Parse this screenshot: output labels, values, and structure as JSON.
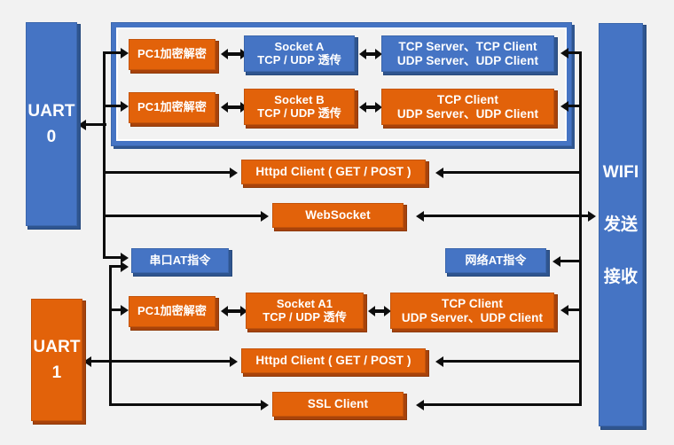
{
  "diagram": {
    "title": "UART / WIFI data path block diagram",
    "colors": {
      "orange": "#e2620a",
      "blue": "#4574c4",
      "background": "#f2f2f2",
      "connector": "#0d0d0d"
    },
    "left_rails": [
      {
        "id": "uart0",
        "label": "UART\n0",
        "line1": "UART",
        "line2": "0",
        "color": "blue"
      },
      {
        "id": "uart1",
        "label": "UART\n1",
        "line1": "UART",
        "line2": "1",
        "color": "orange"
      }
    ],
    "right_rail": {
      "id": "wifi",
      "line1": "WIFI",
      "line2": "发送",
      "line3": "接收",
      "color": "blue"
    },
    "socket_group": {
      "rows": [
        {
          "crypto": "PC1加密解密",
          "socket_line1": "Socket A",
          "socket_line2": "TCP / UDP 透传",
          "socket_color": "blue",
          "proto_line1": "TCP Server、TCP Client",
          "proto_line2": "UDP Server、UDP Client",
          "proto_color": "blue"
        },
        {
          "crypto": "PC1加密解密",
          "socket_line1": "Socket B",
          "socket_line2": "TCP / UDP 透传",
          "socket_color": "orange",
          "proto_line1": "TCP Client",
          "proto_line2": "UDP Server、UDP Client",
          "proto_color": "orange"
        }
      ]
    },
    "uart0_services": [
      {
        "id": "httpd0",
        "label": "Httpd Client ( GET / POST )",
        "color": "orange"
      },
      {
        "id": "websocket",
        "label": "WebSocket",
        "color": "orange"
      }
    ],
    "at_commands": {
      "serial": "串口AT指令",
      "network": "网络AT指令"
    },
    "uart1_row": {
      "crypto": "PC1加密解密",
      "socket_line1": "Socket A1",
      "socket_line2": "TCP / UDP 透传",
      "proto_line1": "TCP Client",
      "proto_line2": "UDP Server、UDP Client"
    },
    "uart1_services": [
      {
        "id": "httpd1",
        "label": "Httpd Client ( GET / POST )",
        "color": "orange"
      },
      {
        "id": "ssl",
        "label": "SSL Client",
        "color": "orange"
      }
    ]
  }
}
